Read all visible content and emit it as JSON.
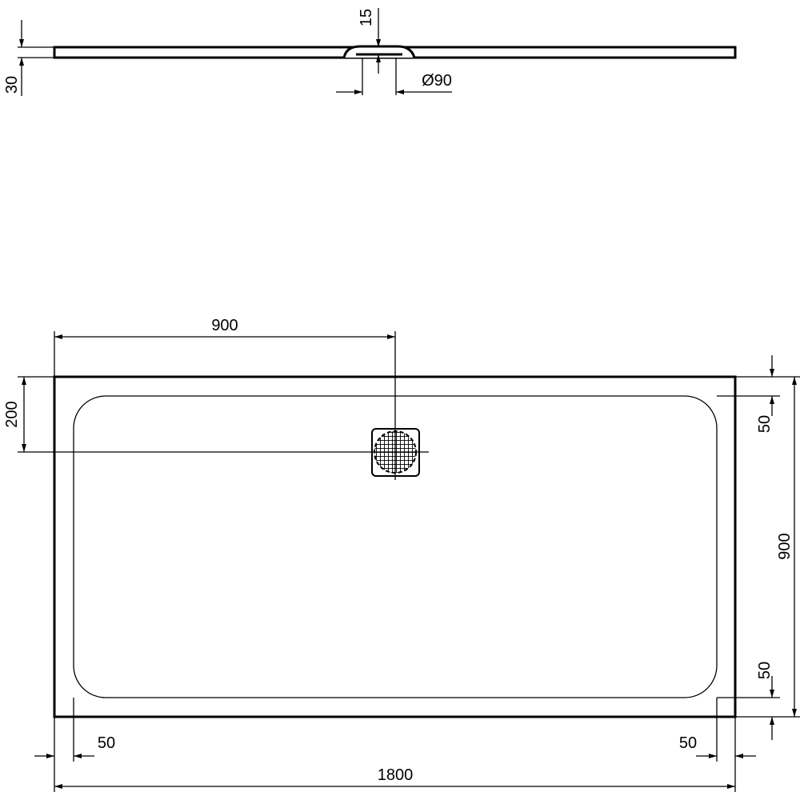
{
  "side_view": {
    "dim_thickness": "30",
    "dim_drain_depth": "15",
    "dim_drain_diameter": "Ø90"
  },
  "plan_view": {
    "dim_drain_x": "900",
    "dim_drain_y": "200",
    "dim_width": "900",
    "dim_border_top": "50",
    "dim_border_bottom": "50",
    "dim_border_left": "50",
    "dim_border_right": "50",
    "dim_length": "1800"
  }
}
